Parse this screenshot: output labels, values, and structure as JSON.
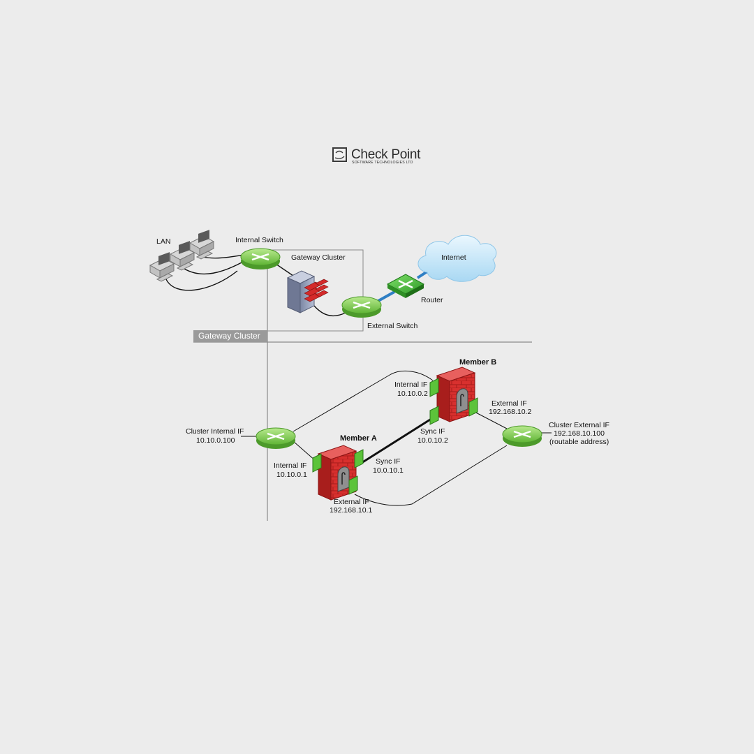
{
  "logo": {
    "name": "Check Point",
    "subtitle": "SOFTWARE TECHNOLOGIES LTD"
  },
  "top_diagram": {
    "lan": "LAN",
    "internal_switch": "Internal Switch",
    "gateway_cluster": "Gateway Cluster",
    "internet": "Internet",
    "router": "Router",
    "external_switch": "External Switch"
  },
  "banner": {
    "label": "Gateway Cluster"
  },
  "bottom_diagram": {
    "member_a": "Member A",
    "member_b": "Member B",
    "cluster_internal_if": {
      "title": "Cluster Internal IF",
      "ip": "10.10.0.100"
    },
    "cluster_external_if": {
      "title": "Cluster External IF",
      "ip": "192.168.10.100",
      "note": "(routable address)"
    },
    "member_b_internal_if": {
      "title": "Internal IF",
      "ip": "10.10.0.2"
    },
    "member_b_external_if": {
      "title": "External IF",
      "ip": "192.168.10.2"
    },
    "member_b_sync_if": {
      "title": "Sync IF",
      "ip": "10.0.10.2"
    },
    "member_a_internal_if": {
      "title": "Internal IF",
      "ip": "10.10.0.1"
    },
    "member_a_sync_if": {
      "title": "Sync IF",
      "ip": "10.0.10.1"
    },
    "member_a_external_if": {
      "title": "External IF",
      "ip": "192.168.10.1"
    }
  },
  "colors": {
    "background": "#ececec",
    "switch_green": "#7cc84a",
    "router_green": "#4fb838",
    "firewall_red": "#d42a2a",
    "banner_gray": "#9a9a9a",
    "link_blue": "#2f7fc4",
    "cloud_blue": "#bfe3f7"
  },
  "icons": [
    "switch-icon",
    "router-icon",
    "cloud-icon",
    "computer-icon",
    "server-cluster-icon",
    "firewall-icon",
    "interface-plug-icon"
  ]
}
